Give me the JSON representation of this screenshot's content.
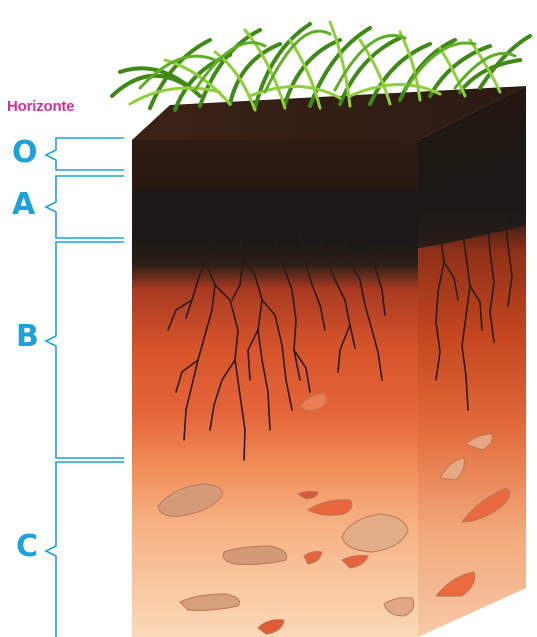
{
  "title": "Horizonte",
  "horizons": [
    {
      "letter": "O",
      "color": "#2a1810"
    },
    {
      "letter": "A",
      "color": "#1c1a16"
    },
    {
      "letter": "B",
      "color": "#d9552e"
    },
    {
      "letter": "C",
      "color": "#f6c39a"
    }
  ],
  "colors": {
    "title": "#d5309a",
    "labels": "#1da1dc",
    "brackets": "#1da1dc",
    "grass": "#4f9a1e",
    "roots": "#2a1a14",
    "rocks": "#d89a72"
  },
  "icons": {
    "grass": "grass-icon",
    "roots": "roots-icon",
    "rocks": "rock-icon"
  }
}
